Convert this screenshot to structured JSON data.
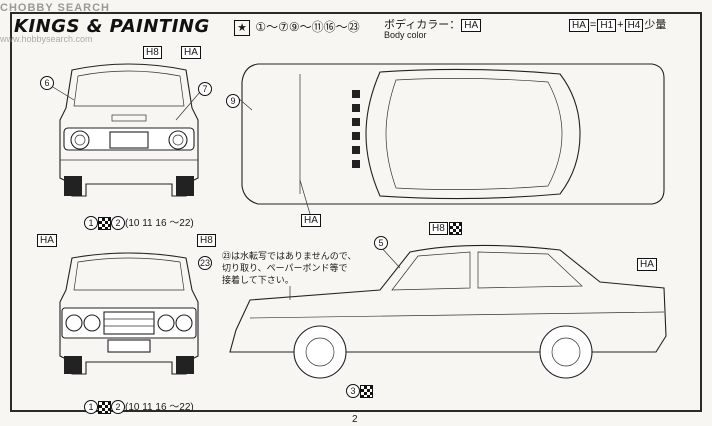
{
  "watermark": "CHOBBY SEARCH",
  "watermark_url": "www.hobbysearch.com",
  "title": "KINGS & PAINTING",
  "parts_range": "①～⑦⑨～⑪⑯～㉓",
  "star": "★",
  "body_color_jp": "ボディカラー：",
  "body_color_en": "Body color",
  "color_codes": {
    "ha": "HA",
    "h1": "H1",
    "h4": "H4",
    "h8": "H8"
  },
  "formula_suffix": "少量",
  "callouts": {
    "c6": "6",
    "c7": "7",
    "c9": "9",
    "c5": "5",
    "c3": "3",
    "c23": "23",
    "c1": "1",
    "c2": "2",
    "range_front": "(10 11 16 ～22)",
    "range_rear": "(10 11 16 ～22)"
  },
  "note_lines": [
    "㉓は水転写ではありませんので、",
    "切り取り、ペーパーボンド等で",
    "接着して下さい。"
  ],
  "page_number": "2"
}
